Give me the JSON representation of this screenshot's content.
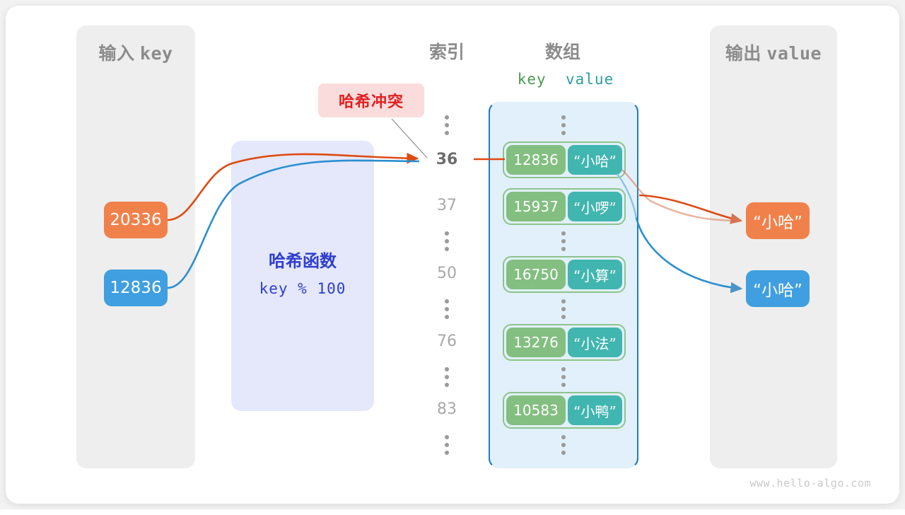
{
  "diagram": {
    "watermark": "www.hello-algo.com"
  },
  "input_panel": {
    "title_cn": "输入",
    "title_mono": "key",
    "keys": [
      {
        "value": "20336",
        "color": "#f1814b"
      },
      {
        "value": "12836",
        "color": "#3f9fe0"
      }
    ]
  },
  "output_panel": {
    "title_cn": "输出",
    "title_mono": "value",
    "values": [
      {
        "value": "“小哈”",
        "color": "#f1814b"
      },
      {
        "value": "“小哈”",
        "color": "#3f9fe0"
      }
    ]
  },
  "hash_function": {
    "title": "哈希函数",
    "expression": "key % 100",
    "accent": "#2f3ecf",
    "background": "#e4e8fa"
  },
  "collision_badge": {
    "label": "哈希冲突",
    "text_color": "#e02020",
    "background": "#fbdcdc"
  },
  "columns": {
    "index_title": "索引",
    "array_title": "数组",
    "key_header": "key",
    "value_header": "value",
    "key_header_color": "#4a9a4f",
    "value_header_color": "#2f9e9e"
  },
  "array": {
    "border_color": "#1f7ec4",
    "background": "#e2f0fb",
    "key_cell_color": "#83bf80",
    "value_cell_color": "#41b5b0",
    "entries": [
      {
        "index": "36",
        "key": "12836",
        "value": "“小哈”",
        "highlighted": true
      },
      {
        "index": "37",
        "key": "15937",
        "value": "“小啰”",
        "highlighted": false
      },
      {
        "index": "50",
        "key": "16750",
        "value": "“小算”",
        "highlighted": false
      },
      {
        "index": "76",
        "key": "13276",
        "value": "“小法”",
        "highlighted": false
      },
      {
        "index": "83",
        "key": "10583",
        "value": "“小鸭”",
        "highlighted": false
      }
    ]
  }
}
